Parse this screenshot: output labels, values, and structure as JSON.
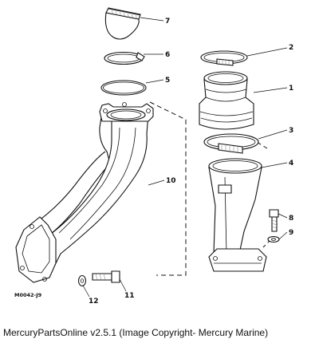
{
  "diagram": {
    "callouts": {
      "p1": "1",
      "p2": "2",
      "p3": "3",
      "p4": "4",
      "p5": "5",
      "p6": "6",
      "p7": "7",
      "p8": "8",
      "p9": "9",
      "p10": "10",
      "p11": "11",
      "p12": "12"
    },
    "figure_code": "M0042-J9"
  },
  "footer": {
    "caption": "MercuryPartsOnline v2.5.1 (Image Copyright- Mercury Marine)"
  }
}
